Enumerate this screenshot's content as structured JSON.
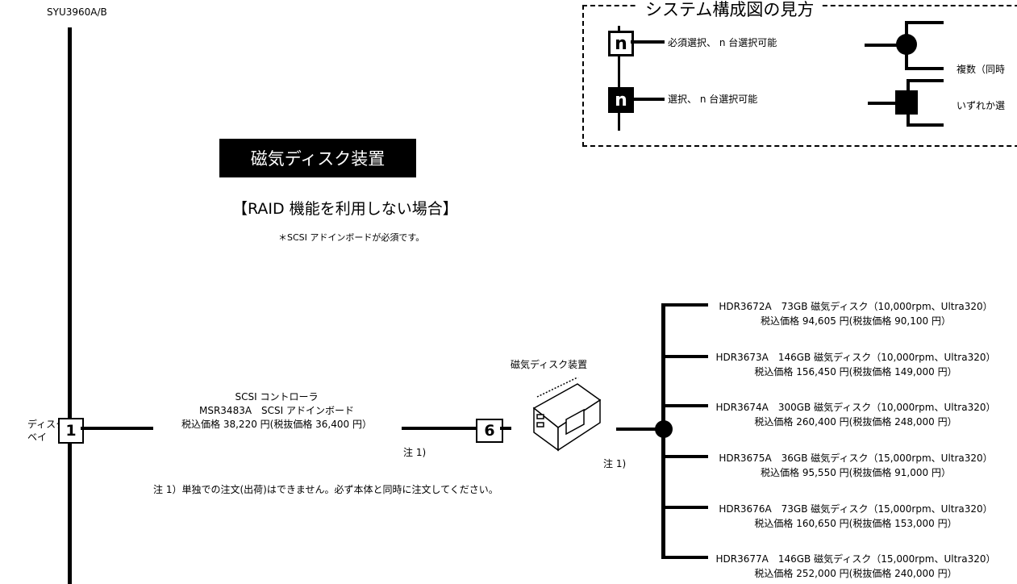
{
  "header": {
    "model": "SYU3960A/B"
  },
  "legend": {
    "title": "システム構成図の見方",
    "mandatory_symbol": "n",
    "mandatory_label": "必須選択、 n 台選択可能",
    "optional_symbol": "n",
    "optional_label": "選択、 n 台選択可能",
    "multiple_label": "複数（同時",
    "either_label": "いずれか選"
  },
  "section": {
    "title": "磁気ディスク装置",
    "subtitle": "【RAID 機能を利用しない場合】",
    "note": "＊SCSI アドインボードが必須です。"
  },
  "bay": {
    "label_line1": "ディスク",
    "label_line2": "ベイ",
    "count": "1"
  },
  "controller": {
    "line1": "SCSI コントローラ",
    "line2": "MSR3483A　SCSI アドインボード",
    "line3": "税込価格 38,220 円(税抜価格 36,400 円）",
    "note_ref": "注 1)"
  },
  "disk_unit": {
    "label": "磁気ディスク装置",
    "count": "6",
    "note_ref": "注 1)"
  },
  "footnote": "注 1）単独での注文(出荷)はできません。必ず本体と同時に注文してください。",
  "disks": [
    {
      "name": "HDR3672A　73GB 磁気ディスク（10,000rpm、Ultra320）",
      "price": "税込価格 94,605 円(税抜価格 90,100 円）"
    },
    {
      "name": "HDR3673A　146GB 磁気ディスク（10,000rpm、Ultra320）",
      "price": "税込価格 156,450 円(税抜価格 149,000 円）"
    },
    {
      "name": "HDR3674A　300GB 磁気ディスク（10,000rpm、Ultra320）",
      "price": "税込価格 260,400 円(税抜価格 248,000 円）"
    },
    {
      "name": "HDR3675A　36GB 磁気ディスク（15,000rpm、Ultra320）",
      "price": "税込価格 95,550 円(税抜価格 91,000 円）"
    },
    {
      "name": "HDR3676A　73GB 磁気ディスク（15,000rpm、Ultra320）",
      "price": "税込価格 160,650 円(税抜価格 153,000 円）"
    },
    {
      "name": "HDR3677A　146GB 磁気ディスク（15,000rpm、Ultra320）",
      "price": "税込価格 252,000 円(税抜価格 240,000 円）"
    }
  ]
}
